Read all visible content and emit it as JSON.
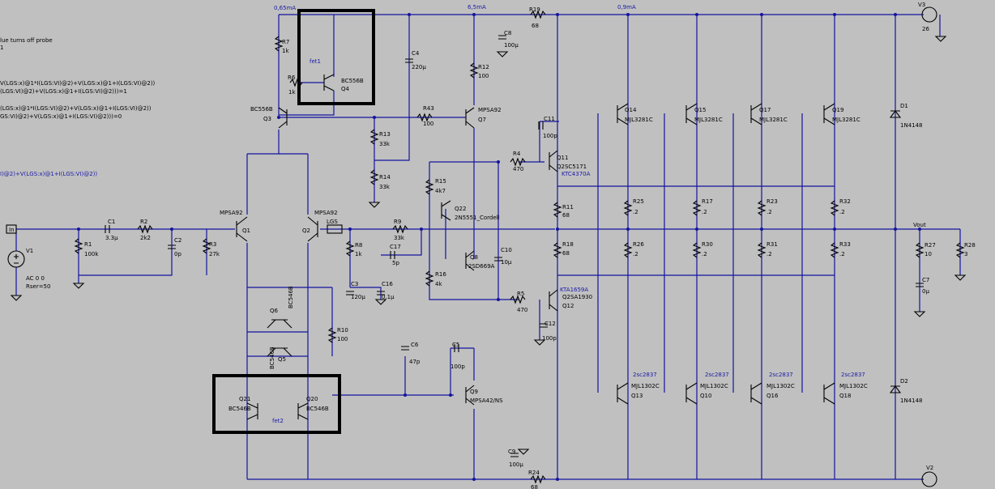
{
  "annotations": [
    "lue turns off probe",
    "1",
    "V(LGS:x)@1*I(LGS:VI)@2)+V(LGS:x)@1+I(LGS:VI)@2))",
    "(LGS:VI)@2)+V(LGS:x)@1+I(LGS:VI)@2)))=1",
    "(LGS:x)@1*I(LGS:VI)@2)+V(LGS:x)@1+I(LGS:VI)@2))",
    "GS:VI)@2)+V(LGS:x)@1+I(LGS:VI)@2)))=0",
    "I)@2)+V(LGS:x)@1+I(LGS:VI)@2))"
  ],
  "currents": {
    "i1": "0,65mA",
    "i2": "6,5mA",
    "i3": "0,9mA"
  },
  "labels": {
    "fet1": "fet1",
    "fet2": "fet2",
    "in": "In",
    "vout": "Vout",
    "v1": "V1",
    "v1_ac": "AC 0 0",
    "v1_rser": "Rser=50",
    "v2": "V2",
    "v3": "V3",
    "v3_val": "26",
    "lgs": "LGS",
    "r1": "R1",
    "r1v": "100k",
    "c1": "C1",
    "c1v": "3.3µ",
    "r2": "R2",
    "r2v": "2k2",
    "c2": "C2",
    "c2v": "0p",
    "r3": "R3",
    "r3v": "27k",
    "r7": "R7",
    "r7v": "1k",
    "r6": "R6",
    "r6v": "1k",
    "q4": "Q4",
    "q4t": "BC556B",
    "q3": "Q3",
    "q3t": "BC556B",
    "c4": "C4",
    "c4v": "220µ",
    "r12": "R12",
    "r12v": "100",
    "r43": "R43",
    "r43v": "100",
    "q7": "Q7",
    "q7t": "MPSA92",
    "r13": "R13",
    "r13v": "33k",
    "r14": "R14",
    "r14v": "33k",
    "c8": "C8",
    "c8v": "100µ",
    "r19": "R19",
    "r19v": "68",
    "c11": "C11",
    "c11v": "100p",
    "r4": "R4",
    "r4v": "470",
    "q11": "Q11",
    "q11t": "Q2SC5171",
    "q11t2": "KTC4370A",
    "r15": "R15",
    "r15v": "4k7",
    "q22": "Q22",
    "q22t": "2N5551_Cordell",
    "r11": "R11",
    "r11v": "68",
    "r18": "R18",
    "r18v": "68",
    "q1": "Q1",
    "q1t": "MPSA92",
    "q2": "Q2",
    "q2t": "MPSA92",
    "r8": "R8",
    "r8v": "1k",
    "r9": "R9",
    "r9v": "33k",
    "c17": "C17",
    "c17v": "5p",
    "c3": "C3",
    "c3v": "120µ",
    "c16": "C16",
    "c16v": "0.1µ",
    "q8": "Q8",
    "q8t": "2SD669A",
    "c10": "C10",
    "c10v": "10µ",
    "r16": "R16",
    "r16v": "4k",
    "r5": "R5",
    "r5v": "470",
    "q12": "Q12",
    "q12t": "Q2SA1930",
    "q12t2": "KTA1659A",
    "c12": "C12",
    "c12v": "100p",
    "q6": "Q6",
    "q6t": "BC546B",
    "q5": "Q5",
    "q5t": "BC546B",
    "r10": "R10",
    "r10v": "100",
    "c6": "C6",
    "c6v": "47p",
    "c5": "C5",
    "c5v": "100p",
    "q21": "Q21",
    "q21t": "BC546B",
    "q20": "Q20",
    "q20t": "BC546B",
    "q9": "Q9",
    "q9t": "MPSA42/NS",
    "c9": "C9",
    "c9v": "100µ",
    "r24": "R24",
    "r24v": "68",
    "q14": "Q14",
    "q15": "Q15",
    "q17": "Q17",
    "q19": "Q19",
    "mjl3281": "MJL3281C",
    "r25": "R25",
    "r17": "R17",
    "r23": "R23",
    "r32": "R32",
    "r26": "R26",
    "r30": "R30",
    "r31": "R31",
    "r33": "R33",
    "rpt2": ".2",
    "q13": "Q13",
    "q10": "Q10",
    "q16": "Q16",
    "q18": "Q18",
    "mjl1302": "MJL1302C",
    "s2837": "2sc2837",
    "d1": "D1",
    "d2": "D2",
    "d1t": "1N4148",
    "r27": "R27",
    "r27v": "10",
    "c7": "C7",
    "c7v": "0µ",
    "r28": "R28",
    "r28v": "3"
  }
}
